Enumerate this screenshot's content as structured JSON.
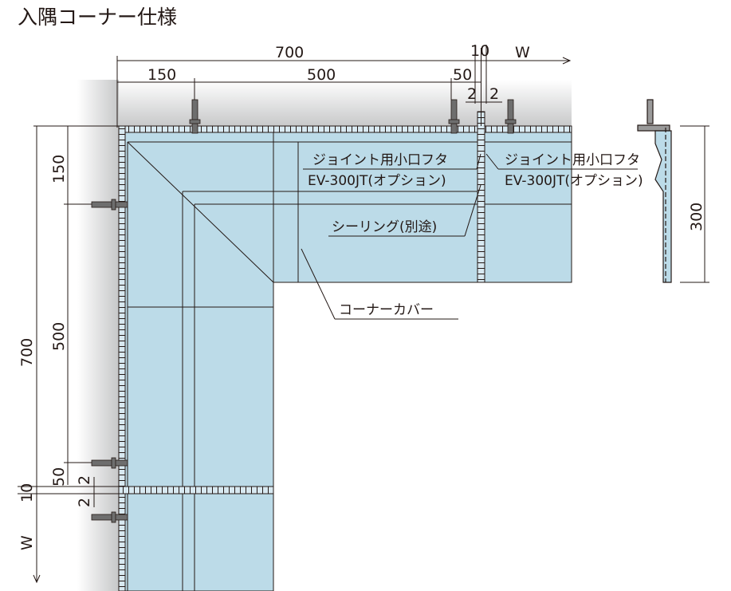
{
  "title": "入隅コーナー仕様",
  "dimensions": {
    "top_total": "700",
    "top_left": "150",
    "top_mid": "500",
    "top_right": "50",
    "top_joint": "10",
    "top_w": "W",
    "gap_a": "2",
    "gap_b": "2",
    "left_total": "700",
    "left_top": "150",
    "left_mid": "500",
    "left_bottom": "50",
    "left_joint": "10",
    "left_gap_a": "2",
    "left_gap_b": "2",
    "left_w": "W",
    "side_height": "300"
  },
  "labels": {
    "joint_cap_left_line1": "ジョイント用小口フタ",
    "joint_cap_left_line2": "EV-300JT(オプション)",
    "joint_cap_right_line1": "ジョイント用小口フタ",
    "joint_cap_right_line2": "EV-300JT(オプション)",
    "sealing": "シーリング(別途)",
    "corner_cover": "コーナーカバー"
  },
  "colors": {
    "panel_fill": "#bcdbe8",
    "wall_gray": "#c9caca",
    "line": "#231815"
  }
}
